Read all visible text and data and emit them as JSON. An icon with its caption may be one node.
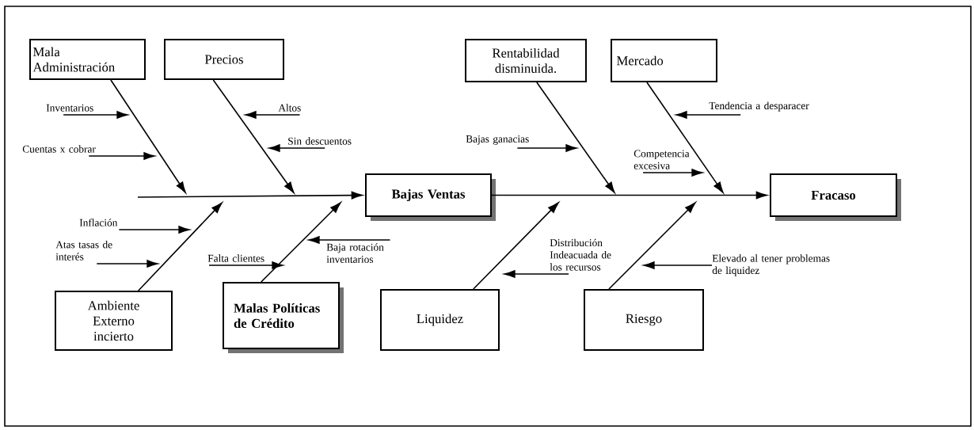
{
  "diagram": {
    "nodes": [
      {
        "text": [
          "Mala Administración"
        ]
      },
      {
        "text": [
          "Precios"
        ]
      },
      {
        "text": [
          "Rentabilidad disminuida."
        ]
      },
      {
        "text": [
          "Mercado"
        ]
      },
      {
        "text": [
          "Bajas Ventas"
        ]
      },
      {
        "text": [
          "Fracaso"
        ]
      },
      {
        "text": [
          "Ambiente Externo incierto"
        ]
      },
      {
        "text": [
          "Malas Políticas de Crédito"
        ]
      },
      {
        "text": [
          "Liquidez"
        ]
      },
      {
        "text": [
          "Riesgo"
        ]
      },
      {
        "text": [
          "Inventarios"
        ]
      },
      {
        "text": [
          "Cuentas x cobrar"
        ]
      },
      {
        "text": [
          "Altos"
        ]
      },
      {
        "text": [
          "Sin descuentos"
        ]
      },
      {
        "text": [
          "Inflación"
        ]
      },
      {
        "text": [
          "Atas tasas de interés"
        ]
      },
      {
        "text": [
          "Falta clientes"
        ]
      },
      {
        "text": [
          "Baja rotación inventarios"
        ]
      },
      {
        "text": [
          "Bajas ganacias"
        ]
      },
      {
        "text": [
          "Competencia excesiva"
        ]
      },
      {
        "text": [
          "Tendencia a desparacer"
        ]
      },
      {
        "text": [
          "Distribución Indeacuada de los recursos"
        ]
      },
      {
        "text": [
          "Elevado al tener problemas de liquidez"
        ]
      }
    ],
    "edges": [
      {
        "from": null,
        "to": 4,
        "arrow": "to"
      },
      {
        "from": 4,
        "to": 5,
        "arrow": "to"
      },
      {
        "from": 0,
        "to": null,
        "arrow": "to"
      },
      {
        "from": 1,
        "to": null,
        "arrow": "to"
      },
      {
        "from": 2,
        "to": null,
        "arrow": "to"
      },
      {
        "from": 3,
        "to": null,
        "arrow": "to"
      },
      {
        "from": 6,
        "to": null,
        "arrow": "to"
      },
      {
        "from": 7,
        "to": null,
        "arrow": "to"
      },
      {
        "from": 8,
        "to": null,
        "arrow": "to"
      },
      {
        "from": 9,
        "to": null,
        "arrow": "to"
      },
      {
        "from": 10,
        "to": null,
        "arrow": "to"
      },
      {
        "from": 11,
        "to": null,
        "arrow": "to"
      },
      {
        "from": 12,
        "to": null,
        "arrow": "to"
      },
      {
        "from": 13,
        "to": null,
        "arrow": "to"
      },
      {
        "from": 14,
        "to": null,
        "arrow": "to"
      },
      {
        "from": 15,
        "to": null,
        "arrow": "to"
      },
      {
        "from": 16,
        "to": null,
        "arrow": "to"
      },
      {
        "from": 17,
        "to": null,
        "arrow": "to"
      },
      {
        "from": 18,
        "to": null,
        "arrow": "to"
      },
      {
        "from": 19,
        "to": null,
        "arrow": "to"
      },
      {
        "from": 20,
        "to": null,
        "arrow": "to"
      },
      {
        "from": 21,
        "to": null,
        "arrow": "to"
      },
      {
        "from": 22,
        "to": null,
        "arrow": "to"
      }
    ]
  }
}
